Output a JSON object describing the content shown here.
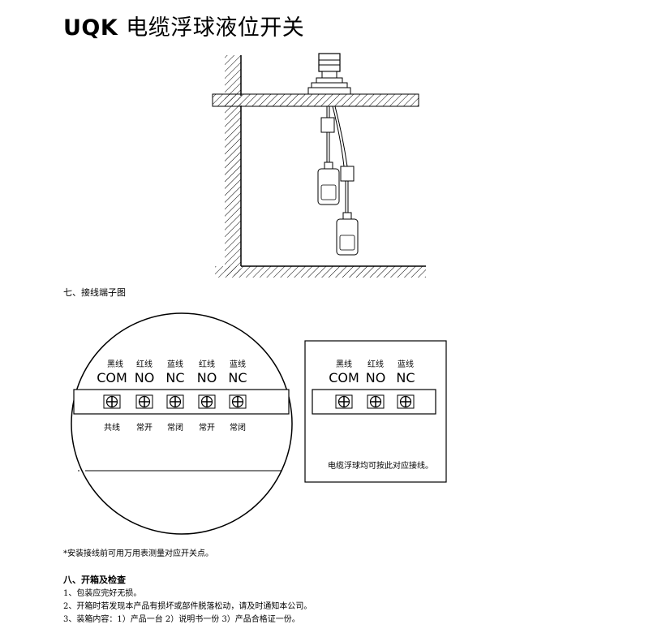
{
  "title": {
    "latin": "UQK",
    "cn": "电缆浮球液位开关"
  },
  "section7": "七、接线端子图",
  "left_terminal": {
    "colors": [
      "黑线",
      "红线",
      "蓝线",
      "红线",
      "蓝线"
    ],
    "codes": [
      "COM",
      "NO",
      "NC",
      "NO",
      "NC"
    ],
    "functions": [
      "共线",
      "常开",
      "常闭",
      "常开",
      "常闭"
    ]
  },
  "right_terminal": {
    "colors": [
      "黑线",
      "红线",
      "蓝线"
    ],
    "codes": [
      "COM",
      "NO",
      "NC"
    ],
    "note": "电缆浮球均可按此对应接线。"
  },
  "meter_note": "*安装接线前可用万用表测量对应开关点。",
  "section8": {
    "heading": "八、开箱及检查",
    "items": [
      "1、包装应完好无损。",
      "2、开箱时若发现本产品有损坏或部件脱落松动，请及时通知本公司。",
      "3、装箱内容：1）产品一台 2）说明书一份 3）产品合格证一份。"
    ]
  }
}
